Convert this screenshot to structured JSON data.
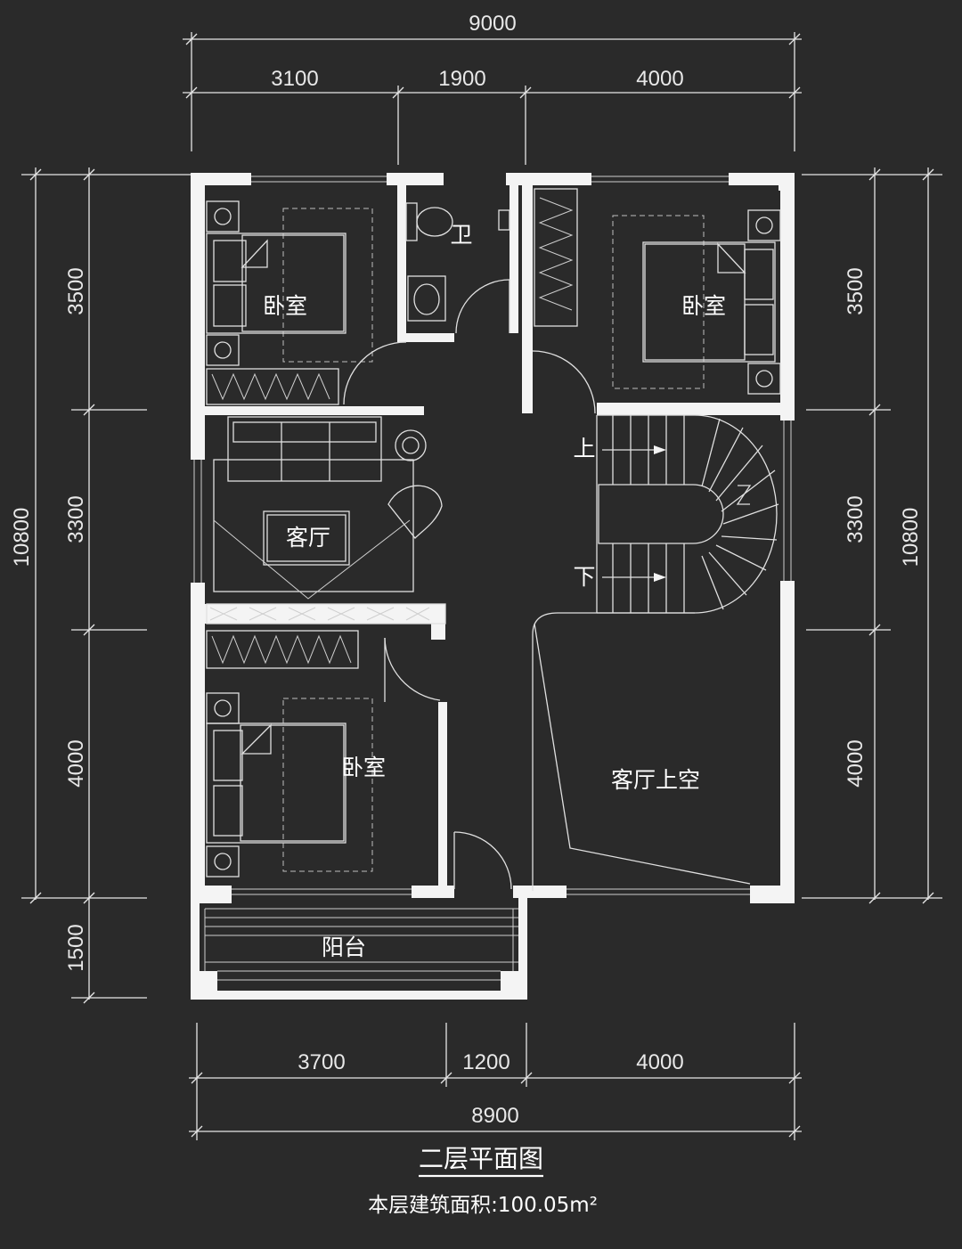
{
  "dimensions": {
    "top_total": "9000",
    "top_segments": [
      "3100",
      "1900",
      "4000"
    ],
    "bottom_segments": [
      "3700",
      "1200",
      "4000"
    ],
    "bottom_total": "8900",
    "left_segments": [
      "3500",
      "3300",
      "4000",
      "1500"
    ],
    "left_total": "10800",
    "right_segments": [
      "3500",
      "3300",
      "4000"
    ],
    "right_total": "10800"
  },
  "rooms": {
    "bedroom_top_left": "卧室",
    "bathroom": "卫",
    "bedroom_top_right": "卧室",
    "living_room": "客厅",
    "bedroom_bottom_left": "卧室",
    "living_void": "客厅上空",
    "balcony": "阳台"
  },
  "stairs": {
    "up_label": "上",
    "down_label": "下"
  },
  "footer": {
    "title": "二层平面图",
    "area_label": "本层建筑面积:100.05m²"
  },
  "colors": {
    "background": "#2a2a2a",
    "lines": "#e6e6e6",
    "walls": "#f4f4f4"
  }
}
